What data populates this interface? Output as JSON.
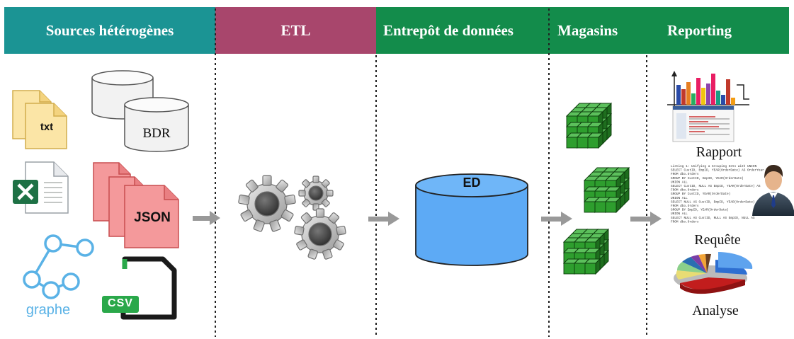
{
  "header": {
    "sources": "Sources hétérogènes",
    "etl": "ETL",
    "warehouse": "Entrepôt de données",
    "marts": "Magasins",
    "reporting": "Reporting"
  },
  "sources": {
    "txt_label": "txt",
    "db_label": "BDR",
    "json_label": "JSON",
    "graph_label": "graphe",
    "csv_label": "csv"
  },
  "warehouse": {
    "label": "ED"
  },
  "reporting": {
    "rapport": "Rapport",
    "requete": "Requête",
    "analyse": "Analyse",
    "sql_lines": [
      "Listing 1: Unifying a Grouping Sets with UNION",
      "SELECT CustID, EmpID, YEAR(OrderDate) AS OrderYear",
      "FROM dbo.Orders",
      "GROUP BY CustID, EmpID, YEAR(OrderDate)",
      "UNION ALL",
      "SELECT CustID, NULL AS EmpID, YEAR(OrderDate) AS",
      "FROM dbo.Orders",
      "GROUP BY CustID, YEAR(OrderDate)",
      "UNION ALL",
      "SELECT NULL AS CustID, EmpID, YEAR(OrderDate)",
      "FROM dbo.Orders",
      "GROUP BY EmpID, YEAR(OrderDate)",
      "UNION ALL",
      "SELECT NULL AS CustID, NULL AS EmpID, NULL AS",
      "FROM dbo.Orders"
    ]
  },
  "colors": {
    "sources_header": "#1b9494",
    "etl_header": "#a8466c",
    "green_header": "#138c4b",
    "cube_green": "#2e9e2e",
    "db_blue": "#5daaf5",
    "json_pink": "#f4999b",
    "txt_yellow": "#fbe5a6",
    "excel_green": "#1e7145",
    "graph_blue": "#5ab2e6",
    "arrow_gray": "#999999"
  }
}
